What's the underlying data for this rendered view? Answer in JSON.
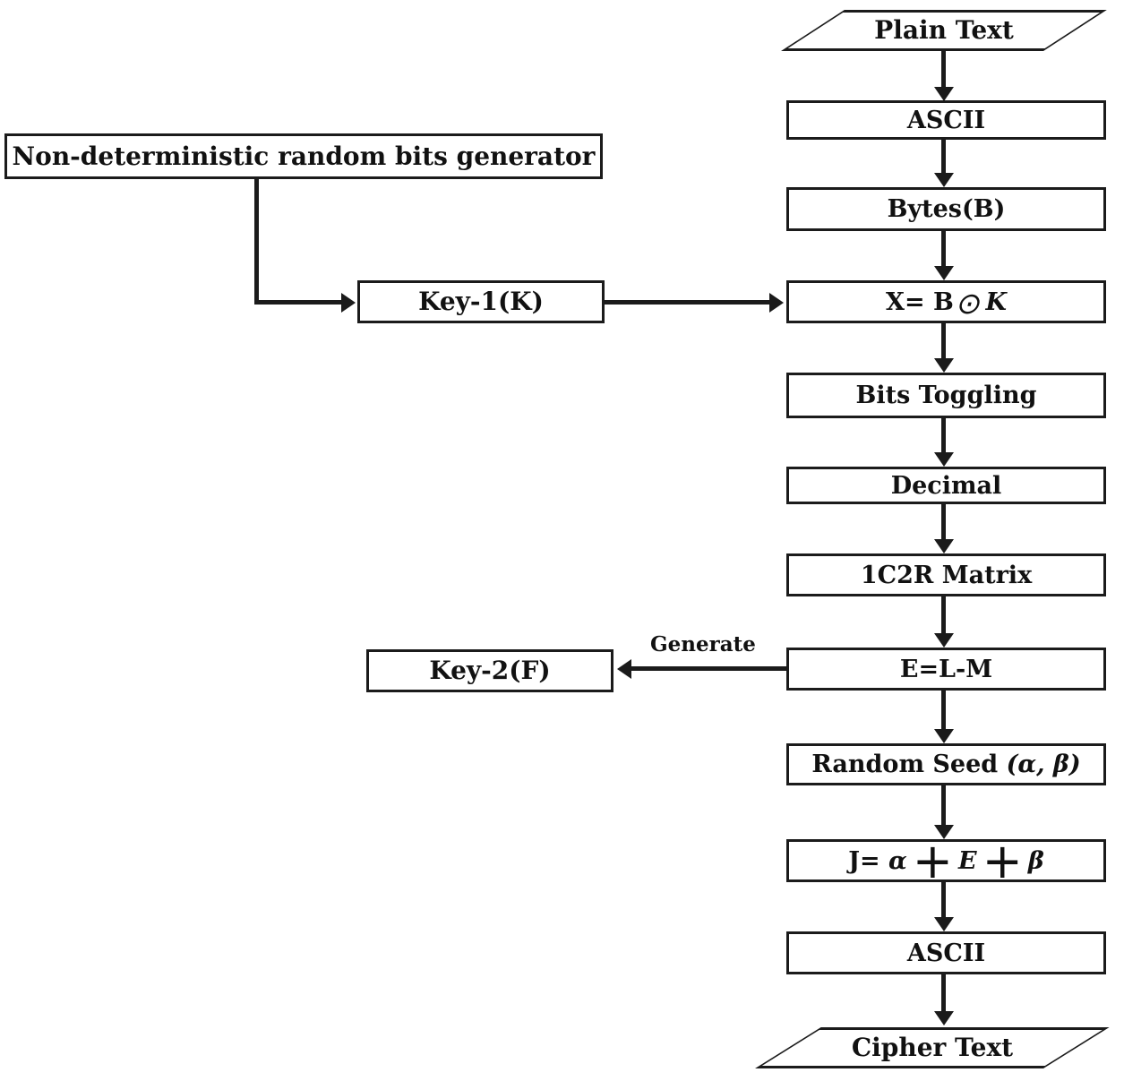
{
  "diagram": {
    "type": "flowchart",
    "description": "Encryption process flow diagram",
    "colors": {
      "stroke": "#1b1b1b",
      "background": "#ffffff",
      "text": "#111111"
    },
    "nodes": {
      "plain_text": {
        "label": "Plain Text",
        "shape": "parallelogram"
      },
      "ascii_top": {
        "label": "ASCII",
        "shape": "process"
      },
      "bytes": {
        "label": "Bytes(B)",
        "shape": "process"
      },
      "x_formula": {
        "prefix": "X= B",
        "operator": "⊙",
        "operand": "K",
        "shape": "process"
      },
      "bits_toggling": {
        "label": "Bits Toggling",
        "shape": "process"
      },
      "decimal": {
        "label": "Decimal",
        "shape": "process"
      },
      "matrix_1c2r": {
        "label": "1C2R Matrix",
        "shape": "process"
      },
      "e_formula": {
        "label": "E=L-M",
        "shape": "process"
      },
      "random_seed": {
        "prefix": "Random Seed ",
        "params": "(α, β)",
        "shape": "process"
      },
      "j_formula": {
        "prefix": "J= ",
        "alpha": "α",
        "plus_1": "+",
        "e_term": "E",
        "plus_2": "+",
        "beta": "β",
        "shape": "process"
      },
      "ascii_bottom": {
        "label": "ASCII",
        "shape": "process"
      },
      "cipher_text": {
        "label": "Cipher Text",
        "shape": "parallelogram"
      },
      "random_bits_generator": {
        "label": "Non-deterministic random bits generator",
        "shape": "process"
      },
      "key_1": {
        "label": "Key-1(K)",
        "shape": "process"
      },
      "key_2": {
        "label": "Key-2(F)",
        "shape": "process"
      }
    },
    "edges": {
      "generate_label": "Generate"
    }
  }
}
